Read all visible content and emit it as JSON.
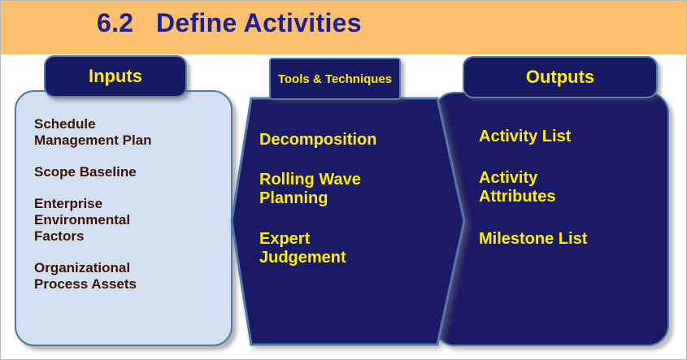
{
  "diagram": {
    "title": "6.2   Define Activities",
    "colors": {
      "banner": "#fac06e",
      "title_text": "#1f1f8f",
      "header_fill": "#151a63",
      "header_text": "#ffee00",
      "header_border": "#5b7fa6",
      "inputs_fill": "#d3e0f2",
      "inputs_text": "#3d1207",
      "inputs_border": "#4f7aa8",
      "dark_fill": "#1a1a66",
      "dark_text": "#ffee00"
    },
    "columns": {
      "inputs": {
        "header": "Inputs",
        "items": [
          "Schedule\nManagement Plan",
          "Scope Baseline",
          "Enterprise\nEnvironmental\nFactors",
          "Organizational\nProcess Assets"
        ]
      },
      "tools": {
        "header": "Tools &\nTechniques",
        "items": [
          "Decomposition",
          "Rolling Wave\nPlanning",
          "Expert\nJudgement"
        ]
      },
      "outputs": {
        "header": "Outputs",
        "items": [
          "Activity List",
          "Activity\nAttributes",
          "Milestone List"
        ]
      }
    }
  }
}
